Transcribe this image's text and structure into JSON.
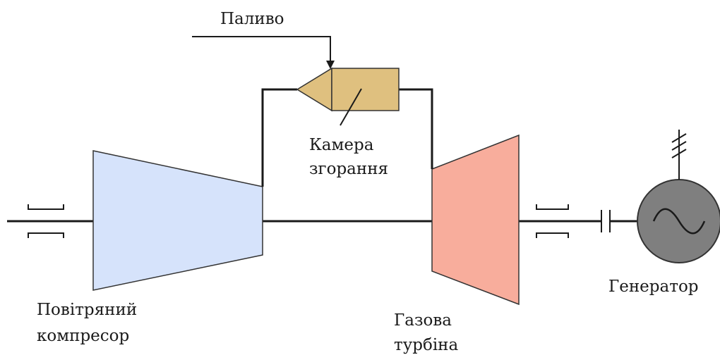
{
  "labels": {
    "fuel": "Паливо",
    "combustion_line1": "Камера",
    "combustion_line2": "згорання",
    "compressor_line1": "Повітряний",
    "compressor_line2": "компресор",
    "turbine_line1": "Газова",
    "turbine_line2": "турбіна",
    "generator": "Генератор"
  },
  "colors": {
    "compressor_fill": "#d6e3fb",
    "turbine_fill": "#f8ad9c",
    "combustion_fill": "#dfc07f",
    "generator_fill": "#7f7f7f",
    "line": "#1a1a1a"
  },
  "icons": {
    "generator_symbol": "sine-wave-icon",
    "three_phase_output": "three-phase-output-icon"
  }
}
